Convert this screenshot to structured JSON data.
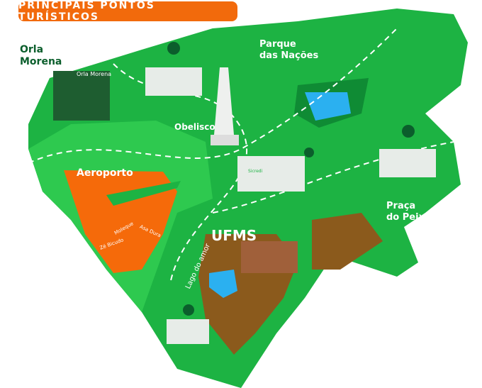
{
  "header": {
    "title": "PRINCIPAIS PONTOS TURÍSTICOS"
  },
  "places": {
    "orla_morena": "Orla\nMorena",
    "orla_sign": "Orla Morena",
    "parque": "Parque\ndas Nações",
    "obelisco": "Obelisco",
    "aeroporto": "Aeroporto",
    "ufms": "UFMS",
    "lago": "Lago do amor",
    "praca": "Praça\ndo Peixe"
  },
  "birds": [
    "Zé Bicudo",
    "Moleque",
    "Asa Dura"
  ],
  "brand": "Sicredi",
  "colors": {
    "accent": "#f26a0c",
    "green": "#1db343",
    "dark_green": "#0b5e2c"
  }
}
